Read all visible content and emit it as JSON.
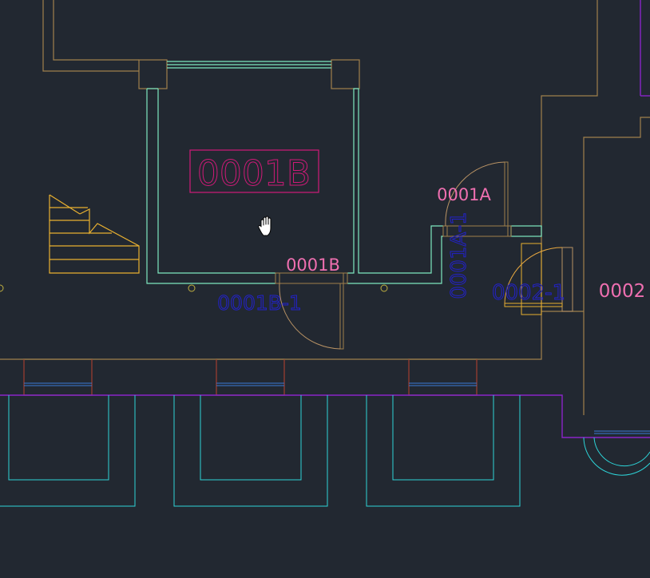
{
  "colors": {
    "background": "#222831",
    "wall": "#a0804c",
    "wall_light": "#b89264",
    "window": "#7ee8c0",
    "glazing": "#2dd4d8",
    "magenta": "#d01a78",
    "pink": "#ef6fb0",
    "blue": "#2222cc",
    "stair": "#e8b030",
    "purple": "#8a24c8",
    "red": "#a0302a",
    "light_blue": "#3a7ad8",
    "marker": "#c0b040"
  },
  "labels": {
    "room_0001b_tag": "0001B",
    "door_0001b_label": "0001B",
    "door_0001a_label": "0001A",
    "door_0001b_1": "0001B-1",
    "door_0001a_1": "0001A-1",
    "door_0002_1": "0002-1",
    "room_0002": "0002"
  },
  "cursor": {
    "icon": "hand-pan-icon"
  }
}
